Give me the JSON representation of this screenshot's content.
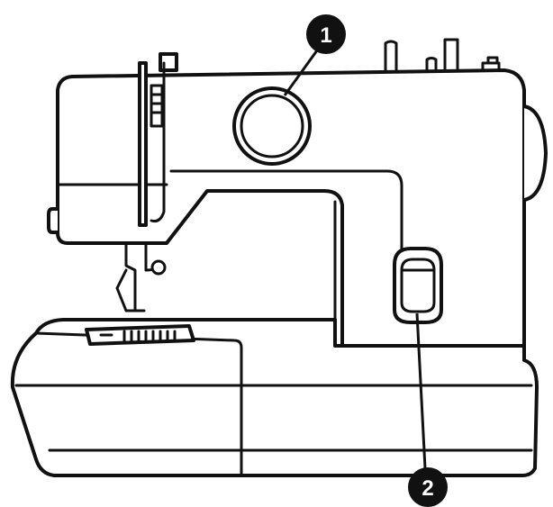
{
  "diagram": {
    "subject": "sewing machine",
    "callouts": [
      {
        "number": "1",
        "target": "pattern-selector-dial"
      },
      {
        "number": "2",
        "target": "power-switch"
      }
    ],
    "colors": {
      "line": "#111111",
      "background": "#ffffff",
      "callout_fill": "#1a1a1a",
      "callout_text": "#ffffff"
    }
  }
}
